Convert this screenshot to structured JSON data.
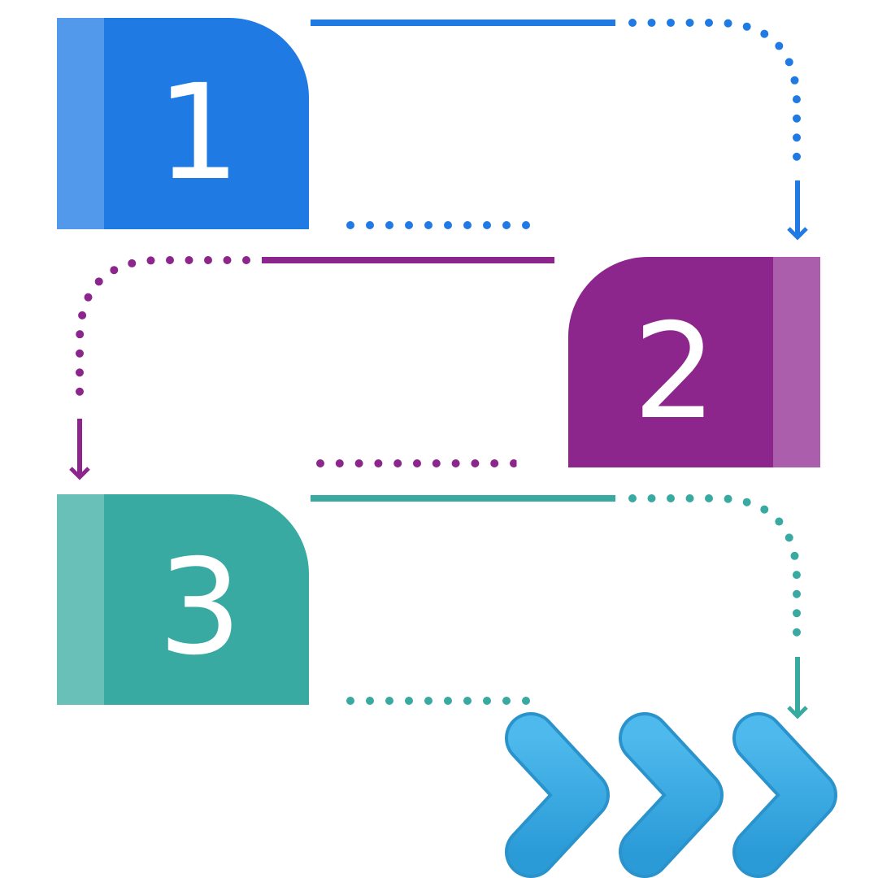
{
  "steps": [
    {
      "label": "1",
      "color": "#1F7AE3",
      "stripe": "#5399EB"
    },
    {
      "label": "2",
      "color": "#8C268C",
      "stripe": "#AA5EAB"
    },
    {
      "label": "3",
      "color": "#38AAA1",
      "stripe": "#69C0B9"
    }
  ],
  "arrow": {
    "color": "#33A6DF",
    "highlight": "#4DB9EC",
    "count": 3,
    "icon": "chevron-right-icon"
  }
}
